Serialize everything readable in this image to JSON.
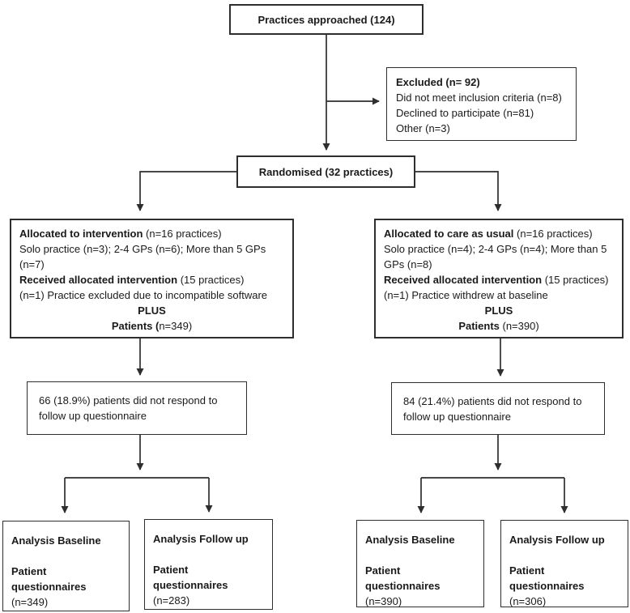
{
  "colors": {
    "background": "#ffffff",
    "box_border": "#2e2e2e",
    "line": "#2e2e2e",
    "text": "#1a1a1a"
  },
  "boxes": {
    "approached": {
      "title": "Practices approached (124)"
    },
    "excluded": {
      "title": "Excluded (n= 92)",
      "reasons": "Did not meet inclusion criteria (n=8)\nDeclined to participate (n=81)\nOther (n=3)"
    },
    "randomised": {
      "title": "Randomised (32 practices)"
    },
    "alloc_intervention": {
      "allocated_bold": "Allocated to intervention",
      "allocated_rest": " (n=16 practices)",
      "practice_mix": "Solo practice (n=3); 2-4 GPs (n=6); More than 5 GPs\n(n=7)",
      "received_bold": "Received allocated intervention",
      "received_rest": " (15 practices)",
      "note": "(n=1) Practice excluded due to incompatible software",
      "plus": "PLUS",
      "patients_bold": "Patients (",
      "patients_rest": "n=349)"
    },
    "alloc_usual": {
      "allocated_bold": "Allocated to care as usual",
      "allocated_rest": " (n=16 practices)",
      "practice_mix": "Solo practice (n=4); 2-4 GPs (n=4); More than 5\nGPs (n=8)",
      "received_bold": "Received allocated intervention",
      "received_rest": " (15 practices)",
      "note": "(n=1) Practice withdrew at baseline",
      "plus": "PLUS",
      "patients_bold": "Patients",
      "patients_rest": " (n=390)"
    },
    "followup_intervention": {
      "text": "66 (18.9%) patients did not respond to\nfollow up questionnaire"
    },
    "followup_usual": {
      "text": "84 (21.4%) patients did not respond to\nfollow up questionnaire"
    }
  },
  "analysis": [
    {
      "title": "Analysis Baseline",
      "sub": "Patient questionnaires",
      "n": "(n=349)"
    },
    {
      "title": "Analysis Follow up",
      "sub": "Patient questionnaires",
      "n": "(n=283)"
    },
    {
      "title": "Analysis Baseline",
      "sub": "Patient questionnaires",
      "n": "(n=390)"
    },
    {
      "title": "Analysis Follow up",
      "sub": "Patient questionnaires",
      "n": "(n=306)"
    }
  ]
}
